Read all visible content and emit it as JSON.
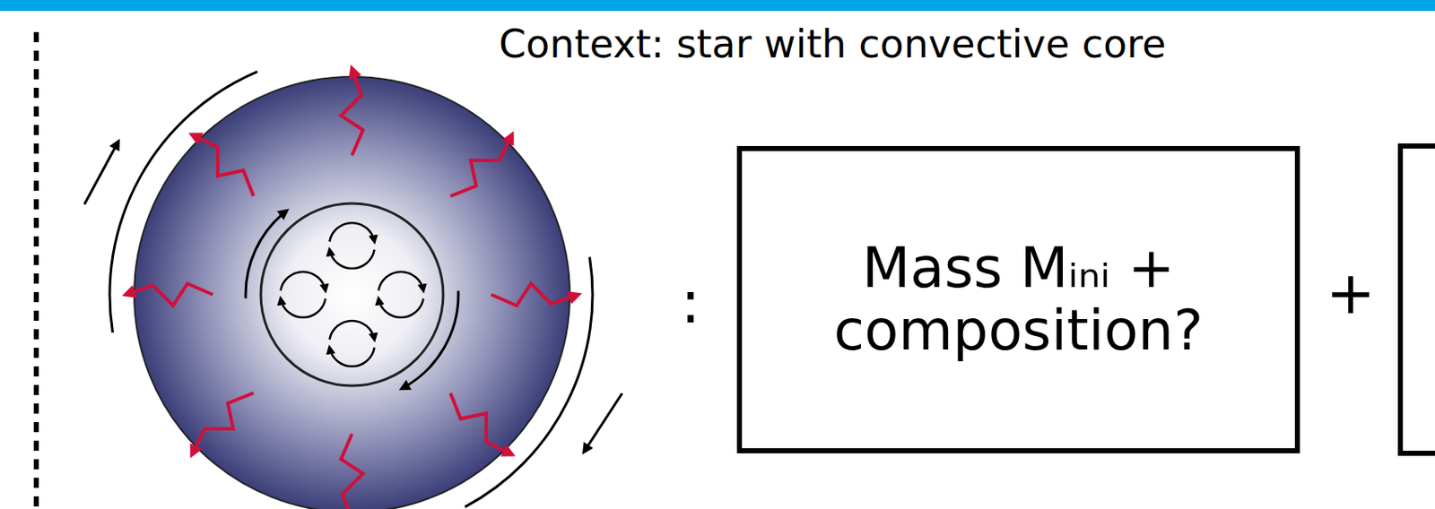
{
  "diagram": {
    "nodes": [
      {
        "text": [
          "Mass Mᵢₙᵢ + composition?"
        ]
      }
    ],
    "labels": [
      "Context: star with convective core",
      ":",
      "+"
    ]
  }
}
